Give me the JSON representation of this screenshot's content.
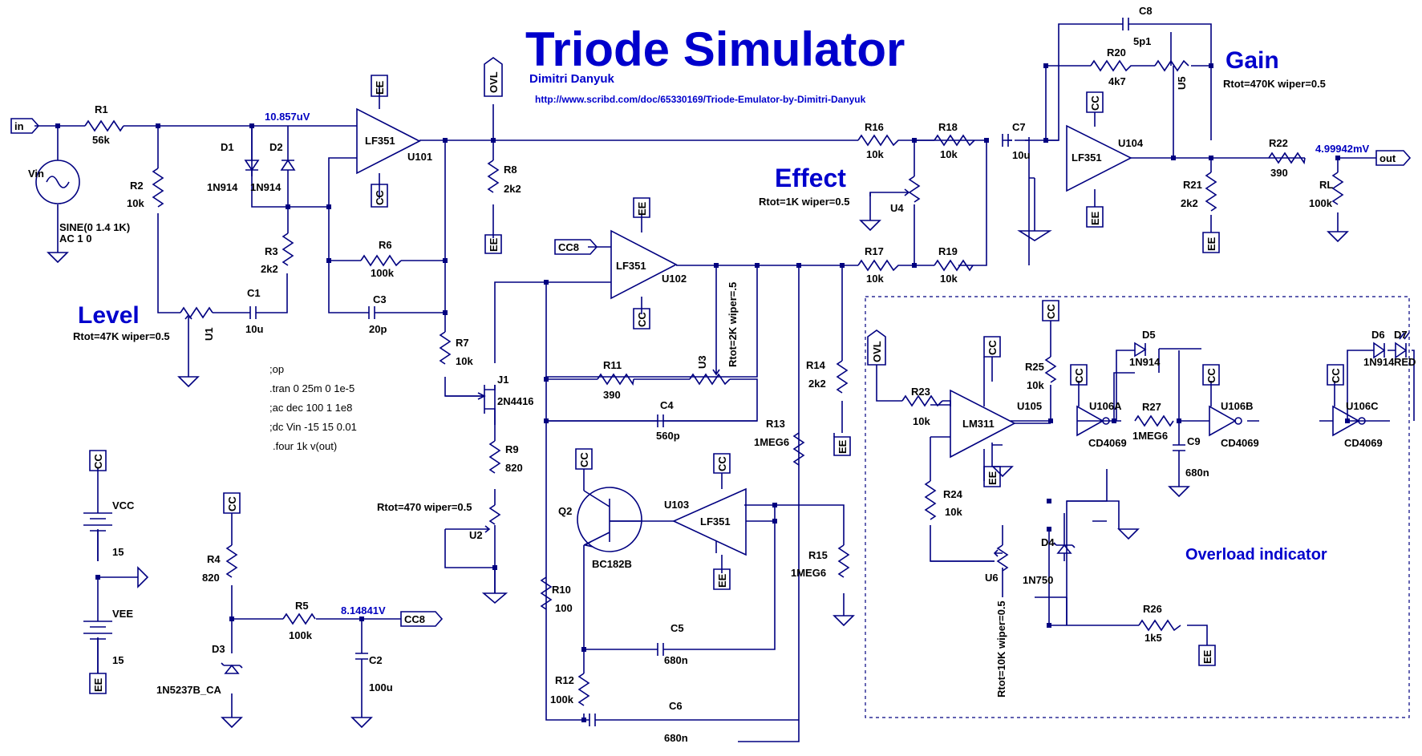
{
  "title": "Triode Simulator",
  "author": "Dimitri Danyuk",
  "url": "http://www.scribd.com/doc/65330169/Triode-Emulator-by-Dimitri-Danyuk",
  "colors": {
    "wire": "#000080",
    "heading": "#0000cc",
    "label": "#000000"
  },
  "headings": {
    "level": "Level",
    "effect": "Effect",
    "gain": "Gain",
    "overload": "Overload indicator"
  },
  "pots": {
    "u1_param": "Rtot=47K wiper=0.5",
    "u2_param": "Rtot=470 wiper=0.5",
    "u3_param": "Rtot=2K wiper=.5",
    "u4_param": "Rtot=1K wiper=0.5",
    "u5_param": "Rtot=470K wiper=0.5",
    "u6_param": "Rtot=10K wiper=0.5"
  },
  "probes": {
    "n1": "10.857uV",
    "n2": "8.14841V",
    "n3": "4.99942mV"
  },
  "ports": {
    "in": "in",
    "out": "out",
    "ovl": "OVL",
    "cc8": "CC8",
    "cc": "CC",
    "ee": "EE"
  },
  "source": {
    "name": "Vin",
    "spec1": "SINE(0 1.4 1K)",
    "spec2": "AC 1 0"
  },
  "directives": [
    ";op",
    ".tran 0 25m 0 1e-5",
    ";ac dec 100 1 1e8",
    ";dc Vin -15 15 0.01",
    ".four 1k v(out)"
  ],
  "components": {
    "R1": {
      "name": "R1",
      "value": "56k"
    },
    "R2": {
      "name": "R2",
      "value": "10k"
    },
    "R3": {
      "name": "R3",
      "value": "2k2"
    },
    "R4": {
      "name": "R4",
      "value": "820"
    },
    "R5": {
      "name": "R5",
      "value": "100k"
    },
    "R6": {
      "name": "R6",
      "value": "100k"
    },
    "R7": {
      "name": "R7",
      "value": "10k"
    },
    "R8": {
      "name": "R8",
      "value": "2k2"
    },
    "R9": {
      "name": "R9",
      "value": "820"
    },
    "R10": {
      "name": "R10",
      "value": "100"
    },
    "R11": {
      "name": "R11",
      "value": "390"
    },
    "R12": {
      "name": "R12",
      "value": "100k"
    },
    "R13": {
      "name": "R13",
      "value": "1MEG6"
    },
    "R14": {
      "name": "R14",
      "value": "2k2"
    },
    "R15": {
      "name": "R15",
      "value": "1MEG6"
    },
    "R16": {
      "name": "R16",
      "value": "10k"
    },
    "R17": {
      "name": "R17",
      "value": "10k"
    },
    "R18": {
      "name": "R18",
      "value": "10k"
    },
    "R19": {
      "name": "R19",
      "value": "10k"
    },
    "R20": {
      "name": "R20",
      "value": "4k7"
    },
    "R21": {
      "name": "R21",
      "value": "2k2"
    },
    "R22": {
      "name": "R22",
      "value": "390"
    },
    "R23": {
      "name": "R23",
      "value": "10k"
    },
    "R24": {
      "name": "R24",
      "value": "10k"
    },
    "R25": {
      "name": "R25",
      "value": "10k"
    },
    "R26": {
      "name": "R26",
      "value": "1k5"
    },
    "R27": {
      "name": "R27",
      "value": "1MEG6"
    },
    "RL": {
      "name": "RL",
      "value": "100k"
    },
    "C1": {
      "name": "C1",
      "value": "10u"
    },
    "C2": {
      "name": "C2",
      "value": "100u"
    },
    "C3": {
      "name": "C3",
      "value": "20p"
    },
    "C4": {
      "name": "C4",
      "value": "560p"
    },
    "C5": {
      "name": "C5",
      "value": "680n"
    },
    "C6": {
      "name": "C6",
      "value": "680n"
    },
    "C7": {
      "name": "C7",
      "value": "10u"
    },
    "C8": {
      "name": "C8",
      "value": "5p1"
    },
    "C9": {
      "name": "C9",
      "value": "680n"
    },
    "D1": {
      "name": "D1",
      "value": "1N914"
    },
    "D2": {
      "name": "D2",
      "value": "1N914"
    },
    "D3": {
      "name": "D3",
      "value": "1N5237B_CA"
    },
    "D4": {
      "name": "D4",
      "value": "1N750"
    },
    "D5": {
      "name": "D5",
      "value": "1N914"
    },
    "D6": {
      "name": "D6",
      "value": "1N914"
    },
    "D7": {
      "name": "D7",
      "value": "RED"
    },
    "J1": {
      "name": "J1",
      "value": "2N4416"
    },
    "Q2": {
      "name": "Q2",
      "value": "BC182B"
    },
    "U101": {
      "name": "U101",
      "value": "LF351"
    },
    "U102": {
      "name": "U102",
      "value": "LF351"
    },
    "U103": {
      "name": "U103",
      "value": "LF351"
    },
    "U104": {
      "name": "U104",
      "value": "LF351"
    },
    "U105": {
      "name": "U105",
      "value": "LM311"
    },
    "U106A": {
      "name": "U106A",
      "value": "CD4069"
    },
    "U106B": {
      "name": "U106B",
      "value": "CD4069"
    },
    "U106C": {
      "name": "U106C",
      "value": "CD4069"
    },
    "U1": {
      "name": "U1"
    },
    "U2": {
      "name": "U2"
    },
    "U3": {
      "name": "U3"
    },
    "U4": {
      "name": "U4"
    },
    "U5": {
      "name": "U5"
    },
    "U6": {
      "name": "U6"
    },
    "VCC": {
      "name": "VCC",
      "value": "15"
    },
    "VEE": {
      "name": "VEE",
      "value": "15"
    }
  }
}
